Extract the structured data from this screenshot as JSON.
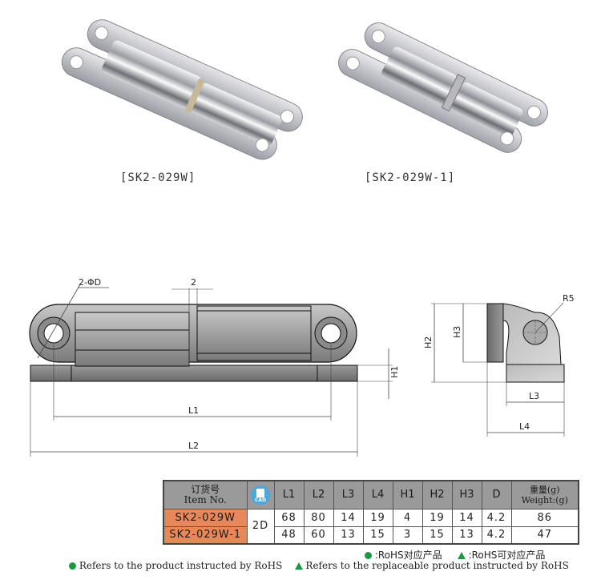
{
  "products": [
    {
      "caption": "[SK2-029W]"
    },
    {
      "caption": "[SK2-029W-1]"
    }
  ],
  "front_view": {
    "labels": {
      "hole": "2-ΦD",
      "gap": "2",
      "L1": "L1",
      "L2": "L2",
      "H1": "H1"
    }
  },
  "side_view": {
    "labels": {
      "R5": "R5",
      "H2": "H2",
      "H3": "H3",
      "L3": "L3",
      "L4": "L4"
    }
  },
  "table": {
    "header": {
      "item_cn": "订货号",
      "item_en": "Item No.",
      "cad_icon": "cad-icon",
      "cad_label": "CAD",
      "columns": [
        "L1",
        "L2",
        "L3",
        "L4",
        "H1",
        "H2",
        "H3",
        "D"
      ],
      "weight_cn": "重量(g)",
      "weight_en": "Weight:(g)"
    },
    "cad_value": "2D",
    "rows": [
      {
        "item": "SK2-029W",
        "values": [
          "68",
          "80",
          "14",
          "19",
          "4",
          "19",
          "14",
          "4.2"
        ],
        "weight": "86"
      },
      {
        "item": "SK2-029W-1",
        "values": [
          "48",
          "60",
          "13",
          "15",
          "3",
          "15",
          "13",
          "4.2"
        ],
        "weight": "47"
      }
    ]
  },
  "legend": {
    "cn_rohs": ":RoHS对应产品",
    "cn_replaceable": ":RoHS可对应产品",
    "en_rohs": "Refers to the product instructed by RoHS",
    "en_replaceable": "Refers to the replaceable product instructed by RoHS",
    "colors": {
      "rohs_marker": "#1a9a40",
      "item_cell": "#e8885a",
      "header_cell": "#9a9a9a",
      "cad_icon": "#4aa8e0"
    }
  }
}
